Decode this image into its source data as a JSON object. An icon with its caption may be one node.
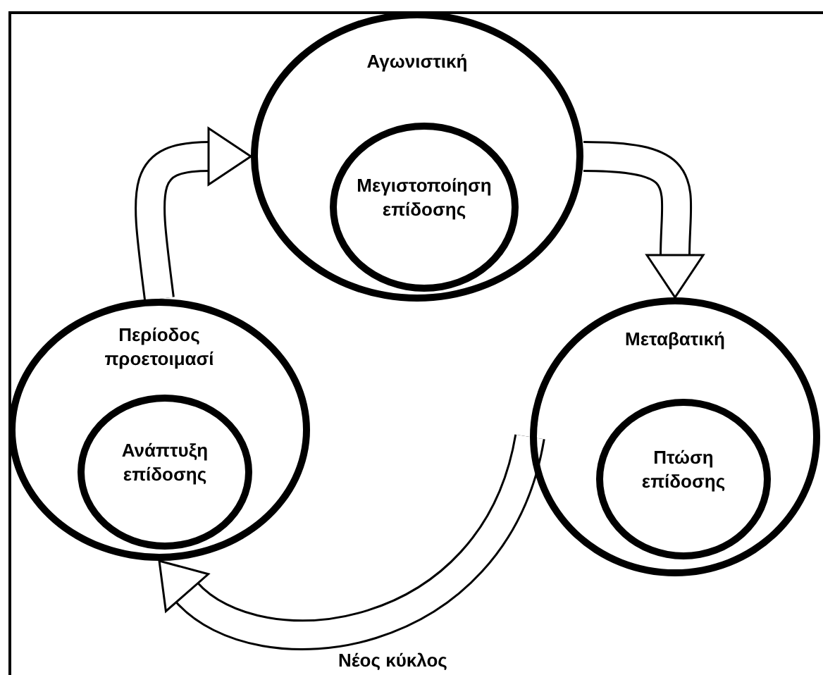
{
  "diagram": {
    "nodes": [
      {
        "text": [
          "Αγωνιστική"
        ]
      },
      {
        "text": [
          "Μεγιστοποίηση επίδοσης"
        ],
        "in": 0
      },
      {
        "text": [
          "Περίοδος προετοιμασί"
        ]
      },
      {
        "text": [
          "Ανάπτυξη επίδοσης"
        ],
        "in": 2
      },
      {
        "text": [
          "Μεταβατική"
        ]
      },
      {
        "text": [
          "Πτώση επίδοσης"
        ],
        "in": 4
      }
    ],
    "edges": [
      {
        "from": 2,
        "to": 0,
        "arrow": "to"
      },
      {
        "from": 0,
        "to": 4,
        "arrow": "to"
      },
      {
        "from": 4,
        "to": 2,
        "arrow": "to",
        "label": "Νέος κύκλος"
      }
    ]
  }
}
